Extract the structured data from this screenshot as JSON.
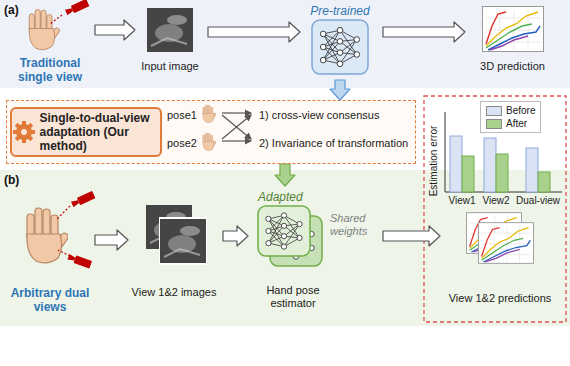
{
  "diagram": {
    "nodes": [
      {
        "text": [
          "Traditional single view"
        ]
      },
      {
        "text": [
          "Input image"
        ]
      },
      {
        "text": [
          "Pre-trained"
        ]
      },
      {
        "text": [
          "3D prediction"
        ]
      },
      {
        "text": [
          "pose1",
          "pose2",
          "1) cross-view consensus",
          "2) Invariance of transformation"
        ]
      },
      {
        "text": [
          "Single-to-dual-view adaptation (Our method)"
        ],
        "in": 4
      },
      {
        "text": [
          "Arbitrary dual views"
        ]
      },
      {
        "text": [
          "View 1&2 images"
        ]
      },
      {
        "text": [
          "Adapted",
          "Shared weights",
          "Hand pose estimator"
        ]
      },
      {
        "text": [
          "View 1&2 predictions"
        ]
      }
    ],
    "edges": [
      {
        "from": 0,
        "to": 1,
        "arrow": "to"
      },
      {
        "from": 1,
        "to": 2,
        "arrow": "to"
      },
      {
        "from": 2,
        "to": 3,
        "arrow": "to"
      },
      {
        "from": 2,
        "to": 4,
        "arrow": "to"
      },
      {
        "from": 4,
        "to": 8,
        "arrow": "to"
      },
      {
        "from": 6,
        "to": 7,
        "arrow": "to"
      },
      {
        "from": 7,
        "to": 8,
        "arrow": "to"
      },
      {
        "from": 8,
        "to": 9,
        "arrow": "to"
      }
    ],
    "labels": [
      "(a)",
      "(b)",
      "Estimation error",
      "View1",
      "View2",
      "Dual-view"
    ],
    "legend": [
      {
        "text": "Before",
        "color": "#dae3f3"
      },
      {
        "text": "After",
        "color": "#a9d18e"
      }
    ]
  }
}
